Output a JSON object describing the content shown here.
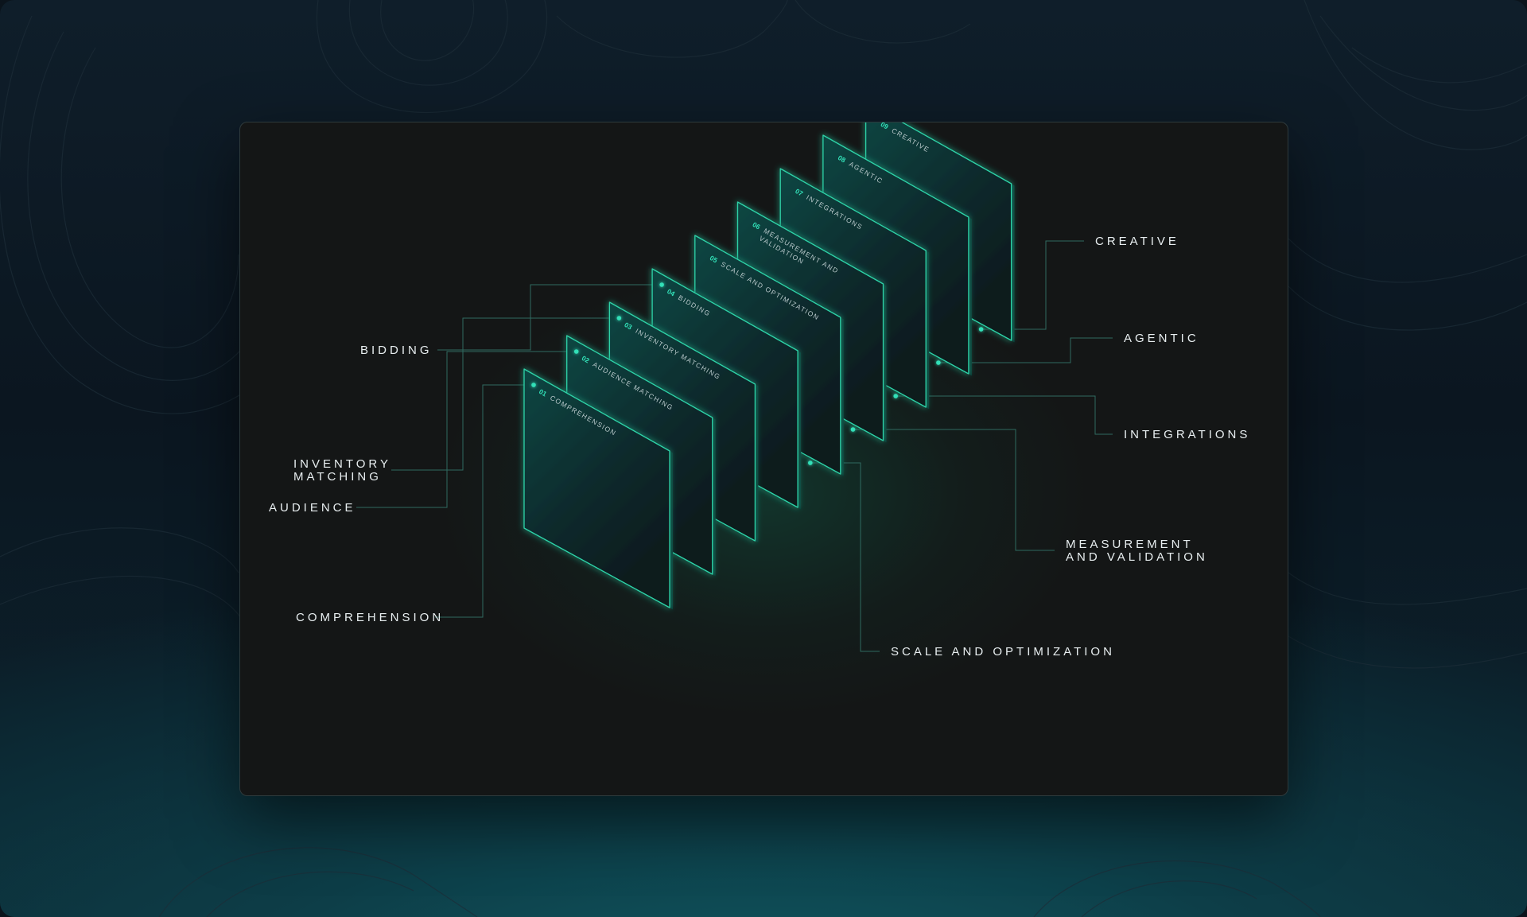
{
  "colors": {
    "accent": "#32e0b8",
    "card_edge": "#2fd3a8",
    "label_text": "#e8eef0",
    "leader_line": "#2f6a60",
    "frame_bg": "#141616"
  },
  "layers": [
    {
      "num": "01",
      "title_lines": [
        "COMPREHENSION"
      ],
      "callout_lines": [
        "COMPREHENSION"
      ],
      "side": "left"
    },
    {
      "num": "02",
      "title_lines": [
        "AUDIENCE MATCHING"
      ],
      "callout_lines": [
        "AUDIENCE"
      ],
      "side": "left"
    },
    {
      "num": "03",
      "title_lines": [
        "INVENTORY MATCHING"
      ],
      "callout_lines": [
        "INVENTORY",
        "MATCHING"
      ],
      "side": "left"
    },
    {
      "num": "04",
      "title_lines": [
        "BIDDING"
      ],
      "callout_lines": [
        "BIDDING"
      ],
      "side": "left"
    },
    {
      "num": "05",
      "title_lines": [
        "SCALE AND OPTIMIZATION"
      ],
      "callout_lines": [
        "SCALE AND OPTIMIZATION"
      ],
      "side": "right"
    },
    {
      "num": "06",
      "title_lines": [
        "MEASUREMENT AND",
        "VALIDATION"
      ],
      "callout_lines": [
        "MEASUREMENT",
        "AND VALIDATION"
      ],
      "side": "right"
    },
    {
      "num": "07",
      "title_lines": [
        "INTEGRATIONS"
      ],
      "callout_lines": [
        "INTEGRATIONS"
      ],
      "side": "right"
    },
    {
      "num": "08",
      "title_lines": [
        "AGENTIC"
      ],
      "callout_lines": [
        "AGENTIC"
      ],
      "side": "right"
    },
    {
      "num": "09",
      "title_lines": [
        "CREATIVE"
      ],
      "callout_lines": [
        "CREATIVE"
      ],
      "side": "right"
    }
  ]
}
